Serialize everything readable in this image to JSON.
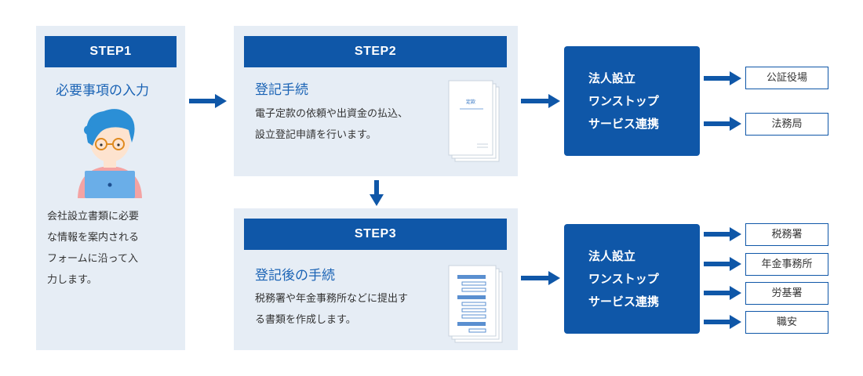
{
  "step1": {
    "label": "STEP1",
    "title": "必要事項の入力",
    "desc_lines": [
      "会社設立書類に必要",
      "な情報を案内される",
      "フォームに沿って入",
      "力します。"
    ]
  },
  "step2": {
    "label": "STEP2",
    "title": "登記手続",
    "desc_lines": [
      "電子定款の依頼や出資金の払込、",
      "設立登記申請を行います。"
    ],
    "doc_label": "定款"
  },
  "step3": {
    "label": "STEP3",
    "title": "登記後の手続",
    "desc_lines": [
      "税務署や年金事務所などに提出す",
      "る書類を作成します。"
    ]
  },
  "service_box_1": {
    "lines": [
      "法人設立",
      "ワンストップ",
      "サービス連携"
    ]
  },
  "service_box_2": {
    "lines": [
      "法人設立",
      "ワンストップ",
      "サービス連携"
    ]
  },
  "destinations_1": [
    "公証役場",
    "法務局"
  ],
  "destinations_2": [
    "税務署",
    "年金事務所",
    "労基署",
    "職安"
  ],
  "colors": {
    "primary": "#0f57a8",
    "panel_bg": "#e6edf5",
    "title_blue": "#1a63b5",
    "hair": "#2b8fd6",
    "skin": "#fde3cf",
    "shirt": "#f4a3a3"
  }
}
